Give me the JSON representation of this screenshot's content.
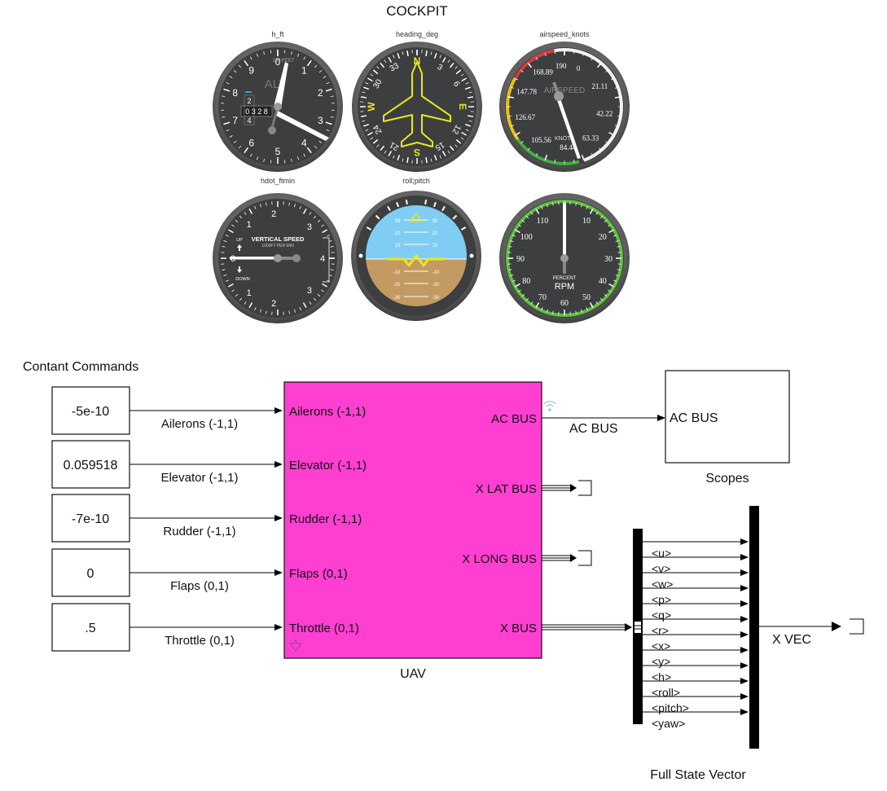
{
  "cockpit": {
    "title": "COCKPIT",
    "altimeter": {
      "label": "h_ft",
      "numerals": [
        "0",
        "1",
        "2",
        "3",
        "4",
        "5",
        "6",
        "7",
        "8",
        "9"
      ],
      "inner_text": "ALT",
      "feet_text": "100 FEET",
      "drum_top": "2",
      "drum_main": "0 3 2 8",
      "drum_bottom": "4"
    },
    "heading": {
      "label": "heading_deg",
      "cardinals": [
        "N",
        "E",
        "S",
        "W"
      ],
      "numbers": [
        "3",
        "6",
        "12",
        "15",
        "21",
        "24",
        "30",
        "33"
      ]
    },
    "airspeed": {
      "label": "airspeed_knots",
      "ticks": [
        "0",
        "21.11",
        "42.22",
        "63.33",
        "84.44",
        "105.56",
        "126.67",
        "147.78",
        "168.89",
        "190"
      ],
      "title_text": "AIRSPEED",
      "unit_text": "KNOTS"
    },
    "vsi": {
      "label": "hdot_ftmin",
      "title_text": "VERTICAL SPEED",
      "sub_text": "1000FT PER MIN",
      "up_text": "UP",
      "down_text": "DOWN",
      "numbers": [
        "0",
        "1",
        "2",
        "3",
        "4",
        "3",
        "2",
        "1"
      ]
    },
    "attitude": {
      "label": "roll;pitch",
      "pitch_labels_up": [
        "30",
        "20",
        "10"
      ],
      "pitch_labels_down": [
        "-10",
        "-20",
        "-30"
      ]
    },
    "rpm": {
      "numbers": [
        "10",
        "20",
        "30",
        "40",
        "50",
        "60",
        "70",
        "80",
        "90",
        "100",
        "110"
      ],
      "percent_text": "PERCENT",
      "rpm_text": "RPM"
    }
  },
  "commands": {
    "title": "Contant Commands",
    "items": [
      {
        "value": "-5e-10",
        "label": "Ailerons (-1,1)"
      },
      {
        "value": "0.059518",
        "label": "Elevator (-1,1)"
      },
      {
        "value": "-7e-10",
        "label": "Rudder (-1,1)"
      },
      {
        "value": "0",
        "label": "Flaps (0,1)"
      },
      {
        "value": ".5",
        "label": "Throttle (0,1)"
      }
    ]
  },
  "uav": {
    "name": "UAV",
    "color": "#ff3fd2",
    "inputs": [
      "Ailerons (-1,1)",
      "Elevator (-1,1)",
      "Rudder (-1,1)",
      "Flaps (0,1)",
      "Throttle (0,1)"
    ],
    "outputs": [
      "AC BUS",
      "X LAT BUS",
      "X LONG BUS",
      "X BUS"
    ]
  },
  "ac_bus_signal": "AC BUS",
  "scopes": {
    "name": "Scopes",
    "port": "AC BUS"
  },
  "state_vector": {
    "name": "Full State Vector",
    "signals": [
      "<u>",
      "<v>",
      "<w>",
      "<p>",
      "<q>",
      "<r>",
      "<x>",
      "<y>",
      "<h>",
      "<roll>",
      "<pitch>",
      "<yaw>"
    ],
    "output_signal": "X VEC"
  }
}
